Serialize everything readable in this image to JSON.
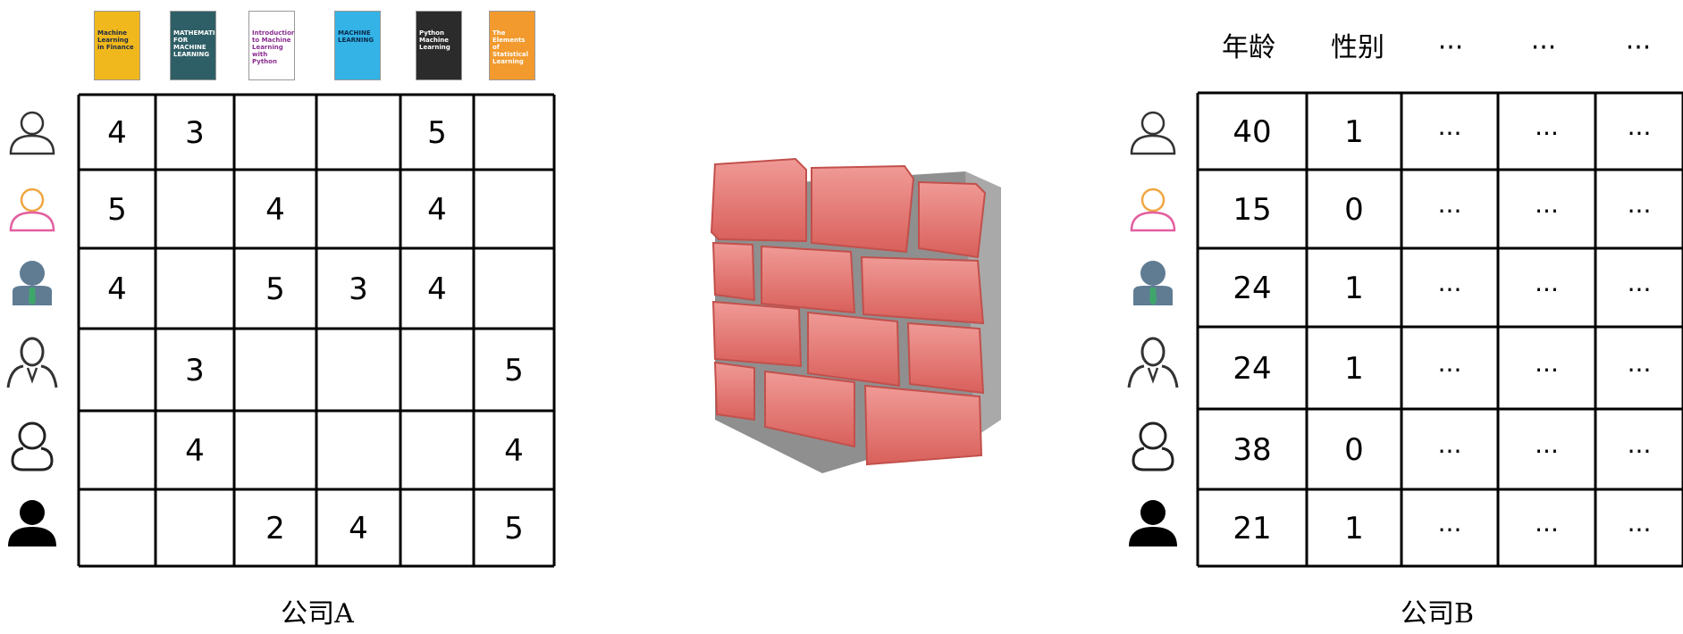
{
  "books": [
    {
      "title": "Machine Learning in Finance",
      "bg": "#f0b81c",
      "fg": "#1c2a44"
    },
    {
      "title": "MATHEMATICS FOR MACHINE LEARNING",
      "bg": "#2f5f66",
      "fg": "#ffffff"
    },
    {
      "title": "Introduction to Machine Learning with Python",
      "bg": "#ffffff",
      "fg": "#8a2c8f"
    },
    {
      "title": "MACHINE LEARNING",
      "bg": "#33b3e6",
      "fg": "#0b2a4a"
    },
    {
      "title": "Python Machine Learning",
      "bg": "#2b2b2b",
      "fg": "#ffffff"
    },
    {
      "title": "The Elements of Statistical Learning",
      "bg": "#f29a2e",
      "fg": "#ffffff"
    }
  ],
  "ratings": [
    [
      "4",
      "3",
      "",
      "",
      "5",
      ""
    ],
    [
      "5",
      "",
      "4",
      "",
      "4",
      ""
    ],
    [
      "4",
      "",
      "5",
      "3",
      "4",
      ""
    ],
    [
      "",
      "3",
      "",
      "",
      "",
      "5"
    ],
    [
      "",
      "4",
      "",
      "",
      "",
      "4"
    ],
    [
      "",
      "",
      "2",
      "4",
      "",
      "5"
    ]
  ],
  "users": [
    {
      "icon": "user-outline-icon",
      "color": "#333333"
    },
    {
      "icon": "user-gradient-icon",
      "color": "#e35fa0"
    },
    {
      "icon": "businessman-icon",
      "color": "#5f7c93"
    },
    {
      "icon": "user-tie-outline-icon",
      "color": "#333333"
    },
    {
      "icon": "user-round-outline-icon",
      "color": "#222222"
    },
    {
      "icon": "user-solid-icon",
      "color": "#000000"
    }
  ],
  "company_b": {
    "headers": [
      "年龄",
      "性别",
      "···",
      "···",
      "···"
    ],
    "rows": [
      [
        "40",
        "1",
        "···",
        "···",
        "···"
      ],
      [
        "15",
        "0",
        "···",
        "···",
        "···"
      ],
      [
        "24",
        "1",
        "···",
        "···",
        "···"
      ],
      [
        "24",
        "1",
        "···",
        "···",
        "···"
      ],
      [
        "38",
        "0",
        "···",
        "···",
        "···"
      ],
      [
        "21",
        "1",
        "···",
        "···",
        "···"
      ]
    ]
  },
  "captions": {
    "left": "公司A",
    "right": "公司B"
  },
  "wall": {
    "icon": "brick-wall-icon",
    "color": "#e07a76",
    "mortar": "#8c8c8c"
  }
}
